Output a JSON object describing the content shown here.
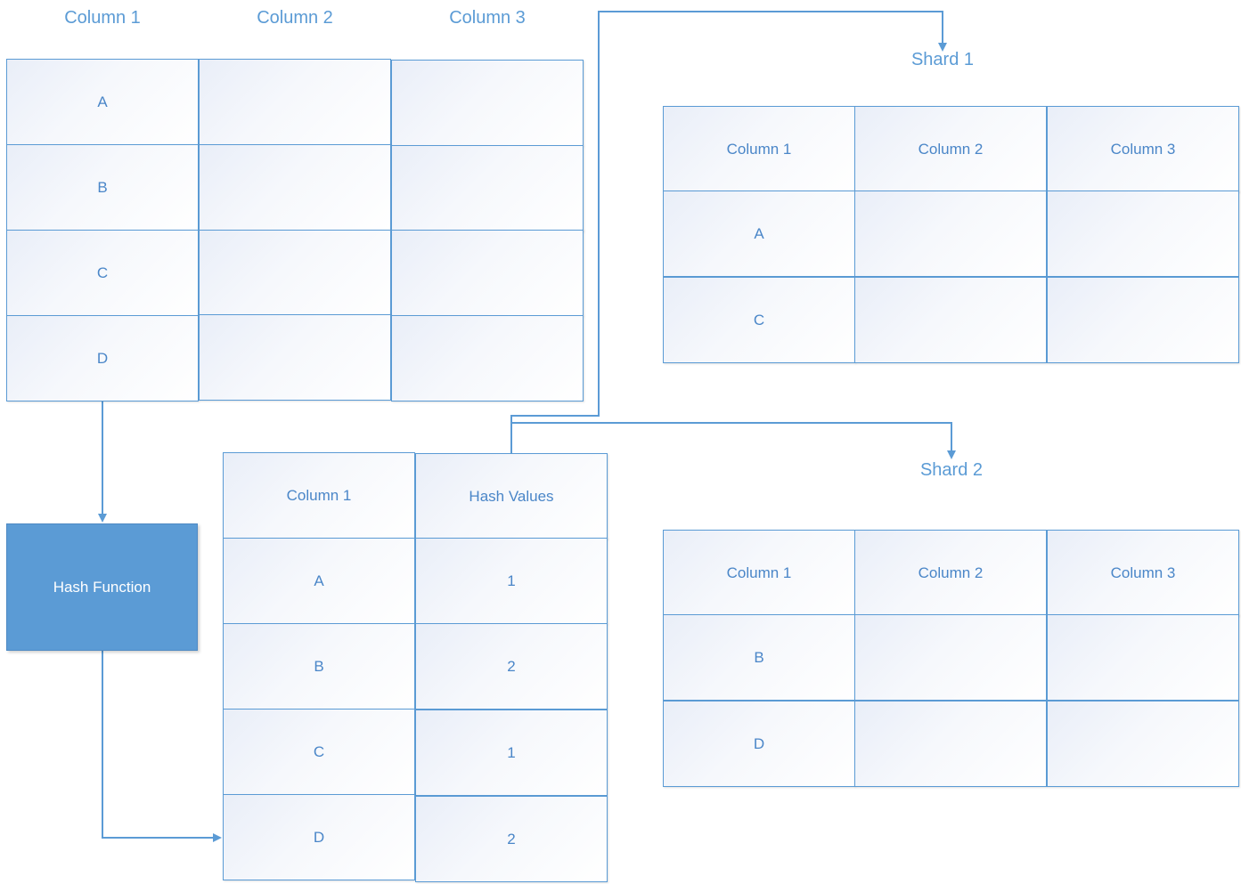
{
  "source_table": {
    "headers": [
      "Column 1",
      "Column 2",
      "Column 3"
    ],
    "rows": [
      "A",
      "B",
      "C",
      "D"
    ]
  },
  "hash_function": {
    "label": "Hash Function"
  },
  "hash_table": {
    "headers": [
      "Column 1",
      "Hash Values"
    ],
    "rows": [
      {
        "key": "A",
        "hash": "1"
      },
      {
        "key": "B",
        "hash": "2"
      },
      {
        "key": "C",
        "hash": "1"
      },
      {
        "key": "D",
        "hash": "2"
      }
    ]
  },
  "shard1": {
    "title": "Shard 1",
    "headers": [
      "Column 1",
      "Column 2",
      "Column 3"
    ],
    "rows": [
      "A",
      "C"
    ]
  },
  "shard2": {
    "title": "Shard 2",
    "headers": [
      "Column 1",
      "Column 2",
      "Column 3"
    ],
    "rows": [
      "B",
      "D"
    ]
  },
  "colors": {
    "accent": "#5b9bd5",
    "text": "#4a86c8",
    "line": "#5b9bd5"
  }
}
